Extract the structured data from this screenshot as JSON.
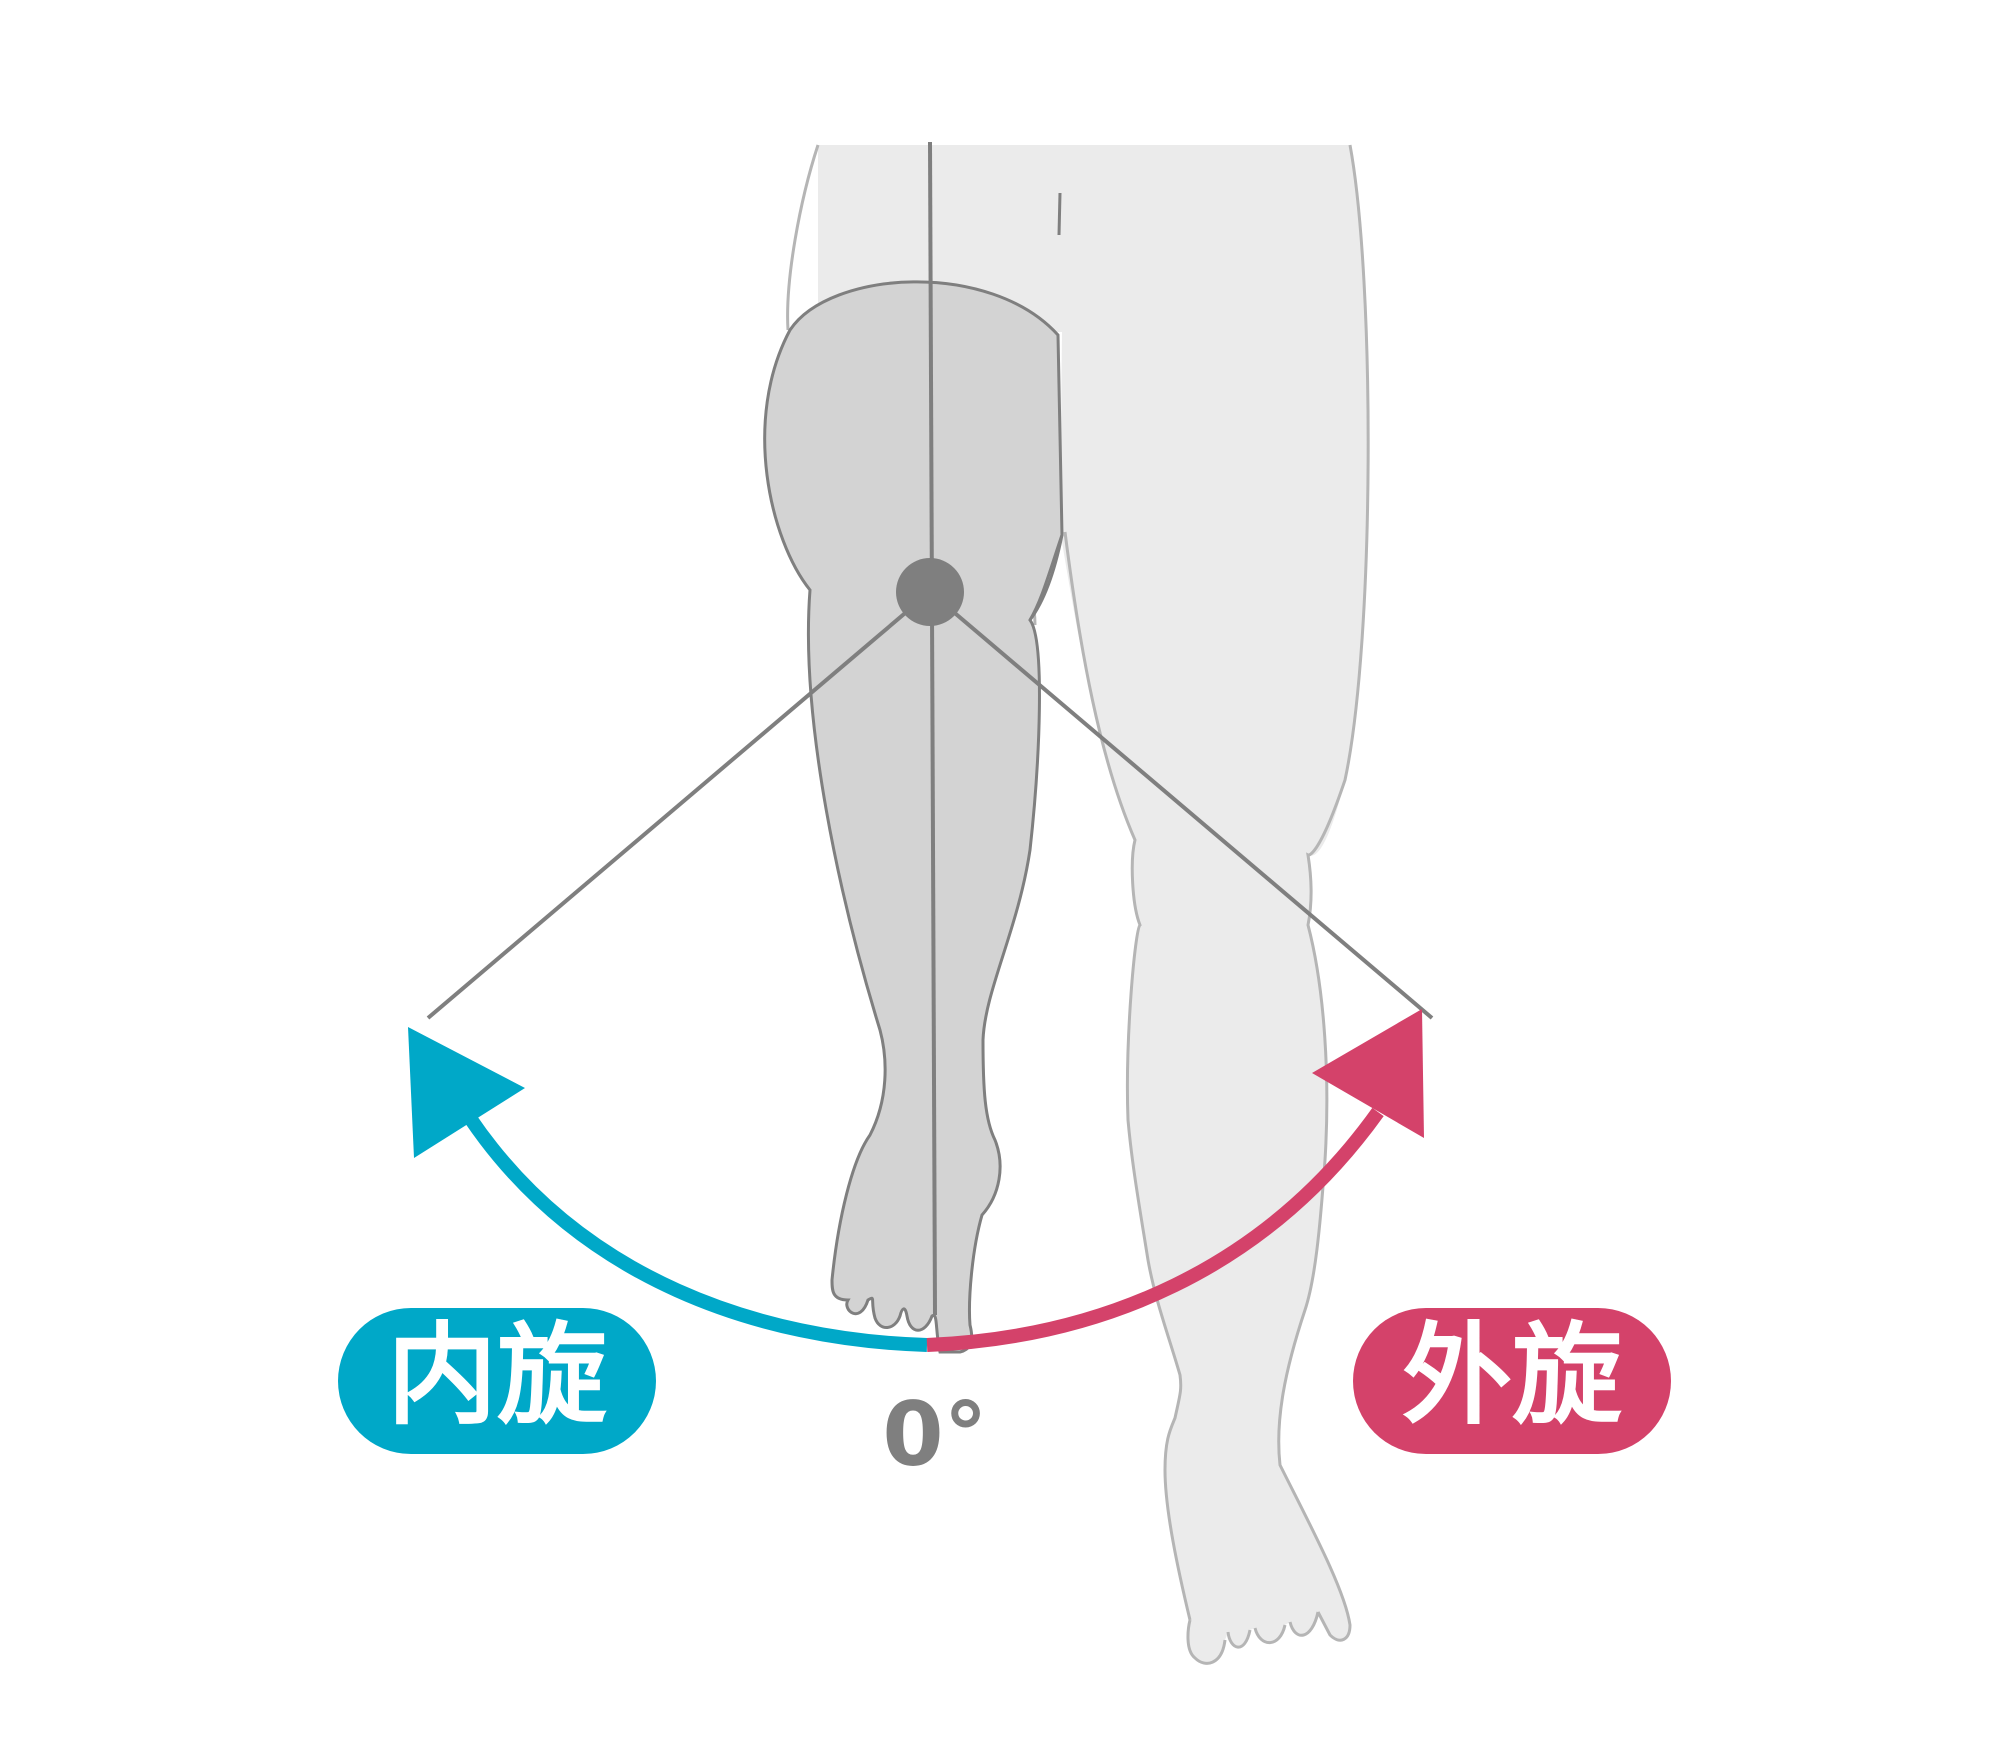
{
  "labels": {
    "internal_rotation": "内旋",
    "external_rotation": "外旋",
    "zero_angle": "0°"
  },
  "colors": {
    "internal": "#00a8c8",
    "external": "#d4426a",
    "zero_text": "#7f7f7f",
    "axis_line": "#7f7f7f",
    "leg_front_fill": "#d3d3d3",
    "leg_back_fill": "#ebebeb",
    "outline_dark": "#7f7f7f",
    "outline_light": "#b5b5b5"
  },
  "icons": {
    "pivot": "pivot-joint-dot",
    "arrow_internal": "arrow-head-left",
    "arrow_external": "arrow-head-right"
  }
}
